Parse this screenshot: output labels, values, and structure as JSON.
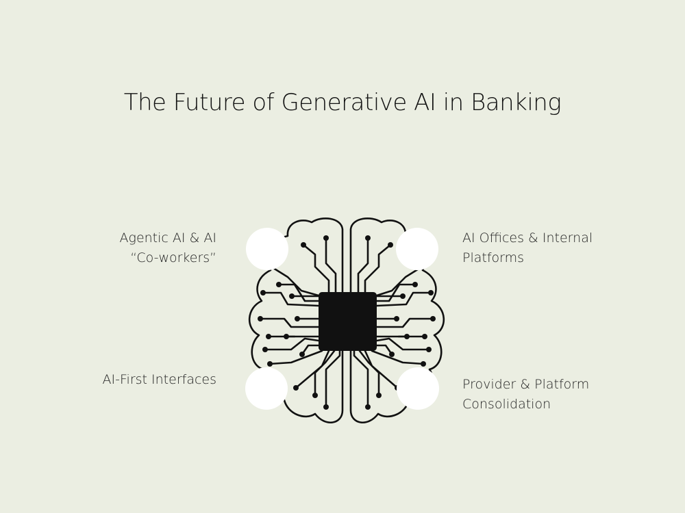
{
  "title": "The Future of Generative AI in Banking",
  "colors": {
    "background": "#ebeee2",
    "ink": "#111111",
    "node_fill": "#ffffff"
  },
  "center_graphic": {
    "icon": "brain-circuit-chip-icon",
    "description": "Brain outline formed by circuit traces converging on a central chip"
  },
  "nodes": [
    {
      "position": "top-left",
      "lines": [
        "Agentic AI & AI",
        "“Co-workers”"
      ]
    },
    {
      "position": "top-right",
      "lines": [
        "AI Offices & Internal",
        "Platforms"
      ]
    },
    {
      "position": "bottom-left",
      "lines": [
        "AI-First Interfaces"
      ]
    },
    {
      "position": "bottom-right",
      "lines": [
        "Provider & Platform",
        "Consolidation"
      ]
    }
  ]
}
